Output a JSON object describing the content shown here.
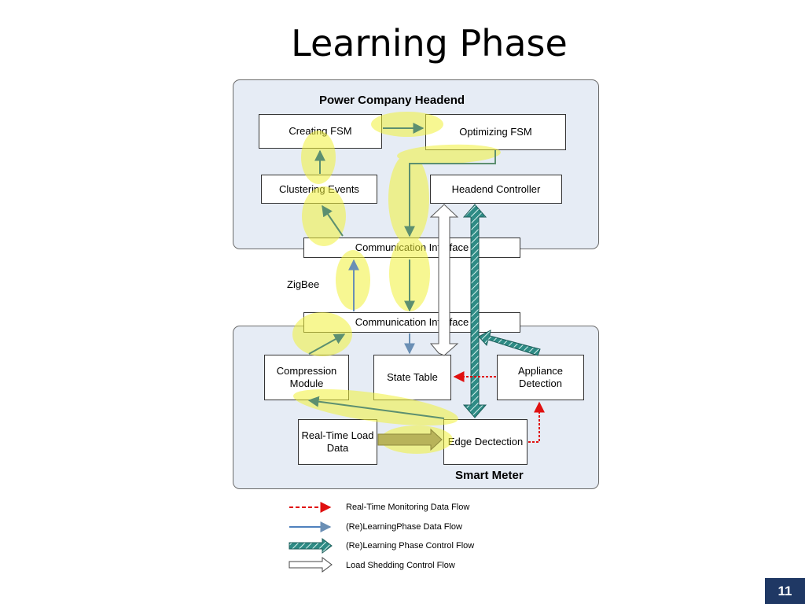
{
  "slide": {
    "title": "Learning Phase",
    "page_number": "11"
  },
  "regions": {
    "headend_label": "Power Company Headend",
    "meter_label": "Smart Meter"
  },
  "boxes": {
    "creating_fsm": "Creating FSM",
    "optimizing_fsm": "Optimizing FSM",
    "clustering_events": "Clustering Events",
    "headend_controller": "Headend Controller",
    "comm_interface_top": "Communication Interface",
    "comm_interface_bottom": "Communication Interface",
    "compression_module": "Compression Module",
    "state_table": "State Table",
    "appliance_detection": "Appliance Detection",
    "real_time_load_data": "Real-Time Load Data",
    "edge_detection": "Edge Dectection"
  },
  "zigbee_label": "ZigBee",
  "legend": [
    {
      "label": "Real-Time Monitoring Data Flow",
      "style": "red-dashed"
    },
    {
      "label": "(Re)LearningPhase Data Flow",
      "style": "blue"
    },
    {
      "label": "(Re)Learning Phase Control Flow",
      "style": "teal-hatched"
    },
    {
      "label": "Load Shedding Control Flow",
      "style": "white-hollow"
    }
  ],
  "colors": {
    "region_fill": "#e6ecf5",
    "highlight": "#f2f23a",
    "data_flow": "#4f81bd",
    "realtime_flow": "#e01010",
    "control_flow": "#2e8b85",
    "page_badge": "#1f3864"
  }
}
